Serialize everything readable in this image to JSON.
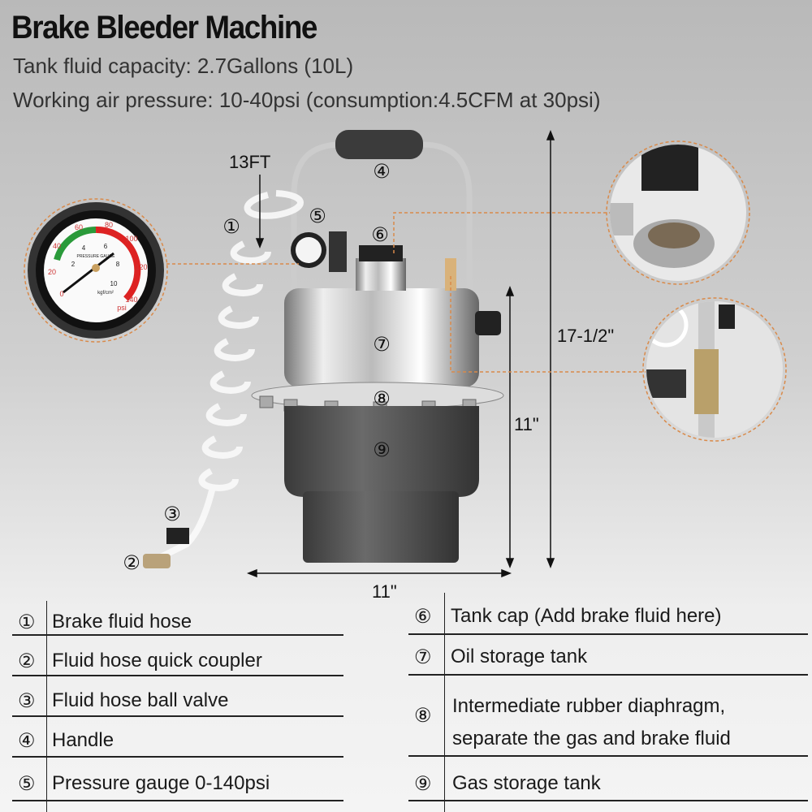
{
  "title": "Brake Bleeder Machine",
  "specs": [
    "Tank fluid capacity: 2.7Gallons (10L)",
    "Working air pressure: 10-40psi (consumption:4.5CFM at 30psi)"
  ],
  "diagram": {
    "hose_length": "13FT",
    "height_total": "17-1/2\"",
    "height_tank": "11\"",
    "width": "11\"",
    "callouts": [
      "①",
      "②",
      "③",
      "④",
      "⑤",
      "⑥",
      "⑦",
      "⑧",
      "⑨"
    ]
  },
  "gauge": {
    "psi_ticks": [
      "0",
      "20",
      "40",
      "60",
      "80",
      "100",
      "120",
      "140"
    ],
    "kg_ticks": [
      "2",
      "4",
      "6",
      "8",
      "10"
    ],
    "label": "PRESSURE GAUGE",
    "kg_unit": "kgf/cm²",
    "psi_unit": "psi"
  },
  "parts_left": [
    {
      "num": "①",
      "label": "Brake fluid hose"
    },
    {
      "num": "②",
      "label": "Fluid hose quick coupler"
    },
    {
      "num": "③",
      "label": "Fluid hose ball valve"
    },
    {
      "num": "④",
      "label": "Handle"
    },
    {
      "num": "⑤",
      "label": "Pressure gauge 0-140psi"
    }
  ],
  "parts_right": [
    {
      "num": "⑥",
      "label": "Tank cap (Add brake fluid here)"
    },
    {
      "num": "⑦",
      "label": "Oil storage tank"
    },
    {
      "num": "⑧",
      "label": "Intermediate rubber diaphragm,",
      "label2": "separate the gas and brake fluid"
    },
    {
      "num": "⑨",
      "label": "Gas storage tank"
    }
  ]
}
